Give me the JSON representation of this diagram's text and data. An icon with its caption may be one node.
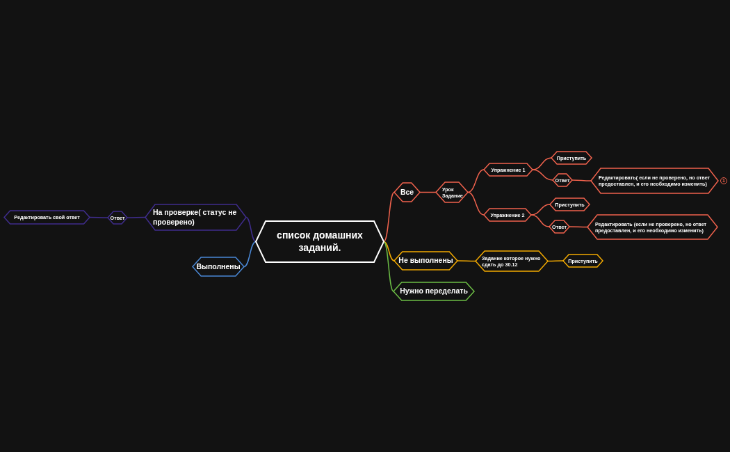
{
  "diagram": {
    "nodes": [
      {
        "text": [
          "список домашних заданий."
        ]
      },
      {
        "text": [
          "Все"
        ]
      },
      {
        "text": [
          "Урок Задание"
        ]
      },
      {
        "text": [
          "Упражнение 1"
        ]
      },
      {
        "text": [
          "Приступить"
        ]
      },
      {
        "text": [
          "Ответ"
        ]
      },
      {
        "text": [
          "Редактировать( если не проверено, но ответ предоставлен, и его необходимо изменить)"
        ],
        "beside": [
          "1"
        ]
      },
      {
        "text": [
          "Упражнение 2"
        ]
      },
      {
        "text": [
          "Приступить"
        ]
      },
      {
        "text": [
          "Ответ"
        ]
      },
      {
        "text": [
          "Редактировать (если не проверено, но ответ предоставлен, и его необходимо изменить)"
        ]
      },
      {
        "text": [
          "Не выполнены"
        ]
      },
      {
        "text": [
          "Задание которое нужно сдать до 30.12"
        ]
      },
      {
        "text": [
          "Приступить"
        ]
      },
      {
        "text": [
          "Нужно переделать"
        ]
      },
      {
        "text": [
          "На проверке( статус не проверено)"
        ]
      },
      {
        "text": [
          "Ответ"
        ]
      },
      {
        "text": [
          "Редактировать свой ответ"
        ]
      },
      {
        "text": [
          "Выполнены"
        ]
      }
    ],
    "edges": [
      {
        "from": 0,
        "to": 1,
        "arrow": "none"
      },
      {
        "from": 1,
        "to": 2,
        "arrow": "none"
      },
      {
        "from": 2,
        "to": 3,
        "arrow": "none"
      },
      {
        "from": 2,
        "to": 7,
        "arrow": "none"
      },
      {
        "from": 3,
        "to": 4,
        "arrow": "none"
      },
      {
        "from": 3,
        "to": 5,
        "arrow": "none"
      },
      {
        "from": 5,
        "to": 6,
        "arrow": "none"
      },
      {
        "from": 7,
        "to": 8,
        "arrow": "none"
      },
      {
        "from": 7,
        "to": 9,
        "arrow": "none"
      },
      {
        "from": 9,
        "to": 10,
        "arrow": "none"
      },
      {
        "from": 0,
        "to": 11,
        "arrow": "none",
        "color": "#f2a900"
      },
      {
        "from": 11,
        "to": 12,
        "arrow": "none",
        "color": "#f2a900"
      },
      {
        "from": 12,
        "to": 13,
        "arrow": "none",
        "color": "#f2a900"
      },
      {
        "from": 0,
        "to": 14,
        "arrow": "none",
        "color": "#6cbd45"
      },
      {
        "from": 0,
        "to": 15,
        "arrow": "none",
        "color": "#3f2d8c"
      },
      {
        "from": 15,
        "to": 16,
        "arrow": "none",
        "color": "#3f2d8c"
      },
      {
        "from": 16,
        "to": 17,
        "arrow": "none",
        "color": "#3f2d8c"
      },
      {
        "from": 0,
        "to": 18,
        "arrow": "none",
        "color": "#4a88d6"
      }
    ]
  }
}
